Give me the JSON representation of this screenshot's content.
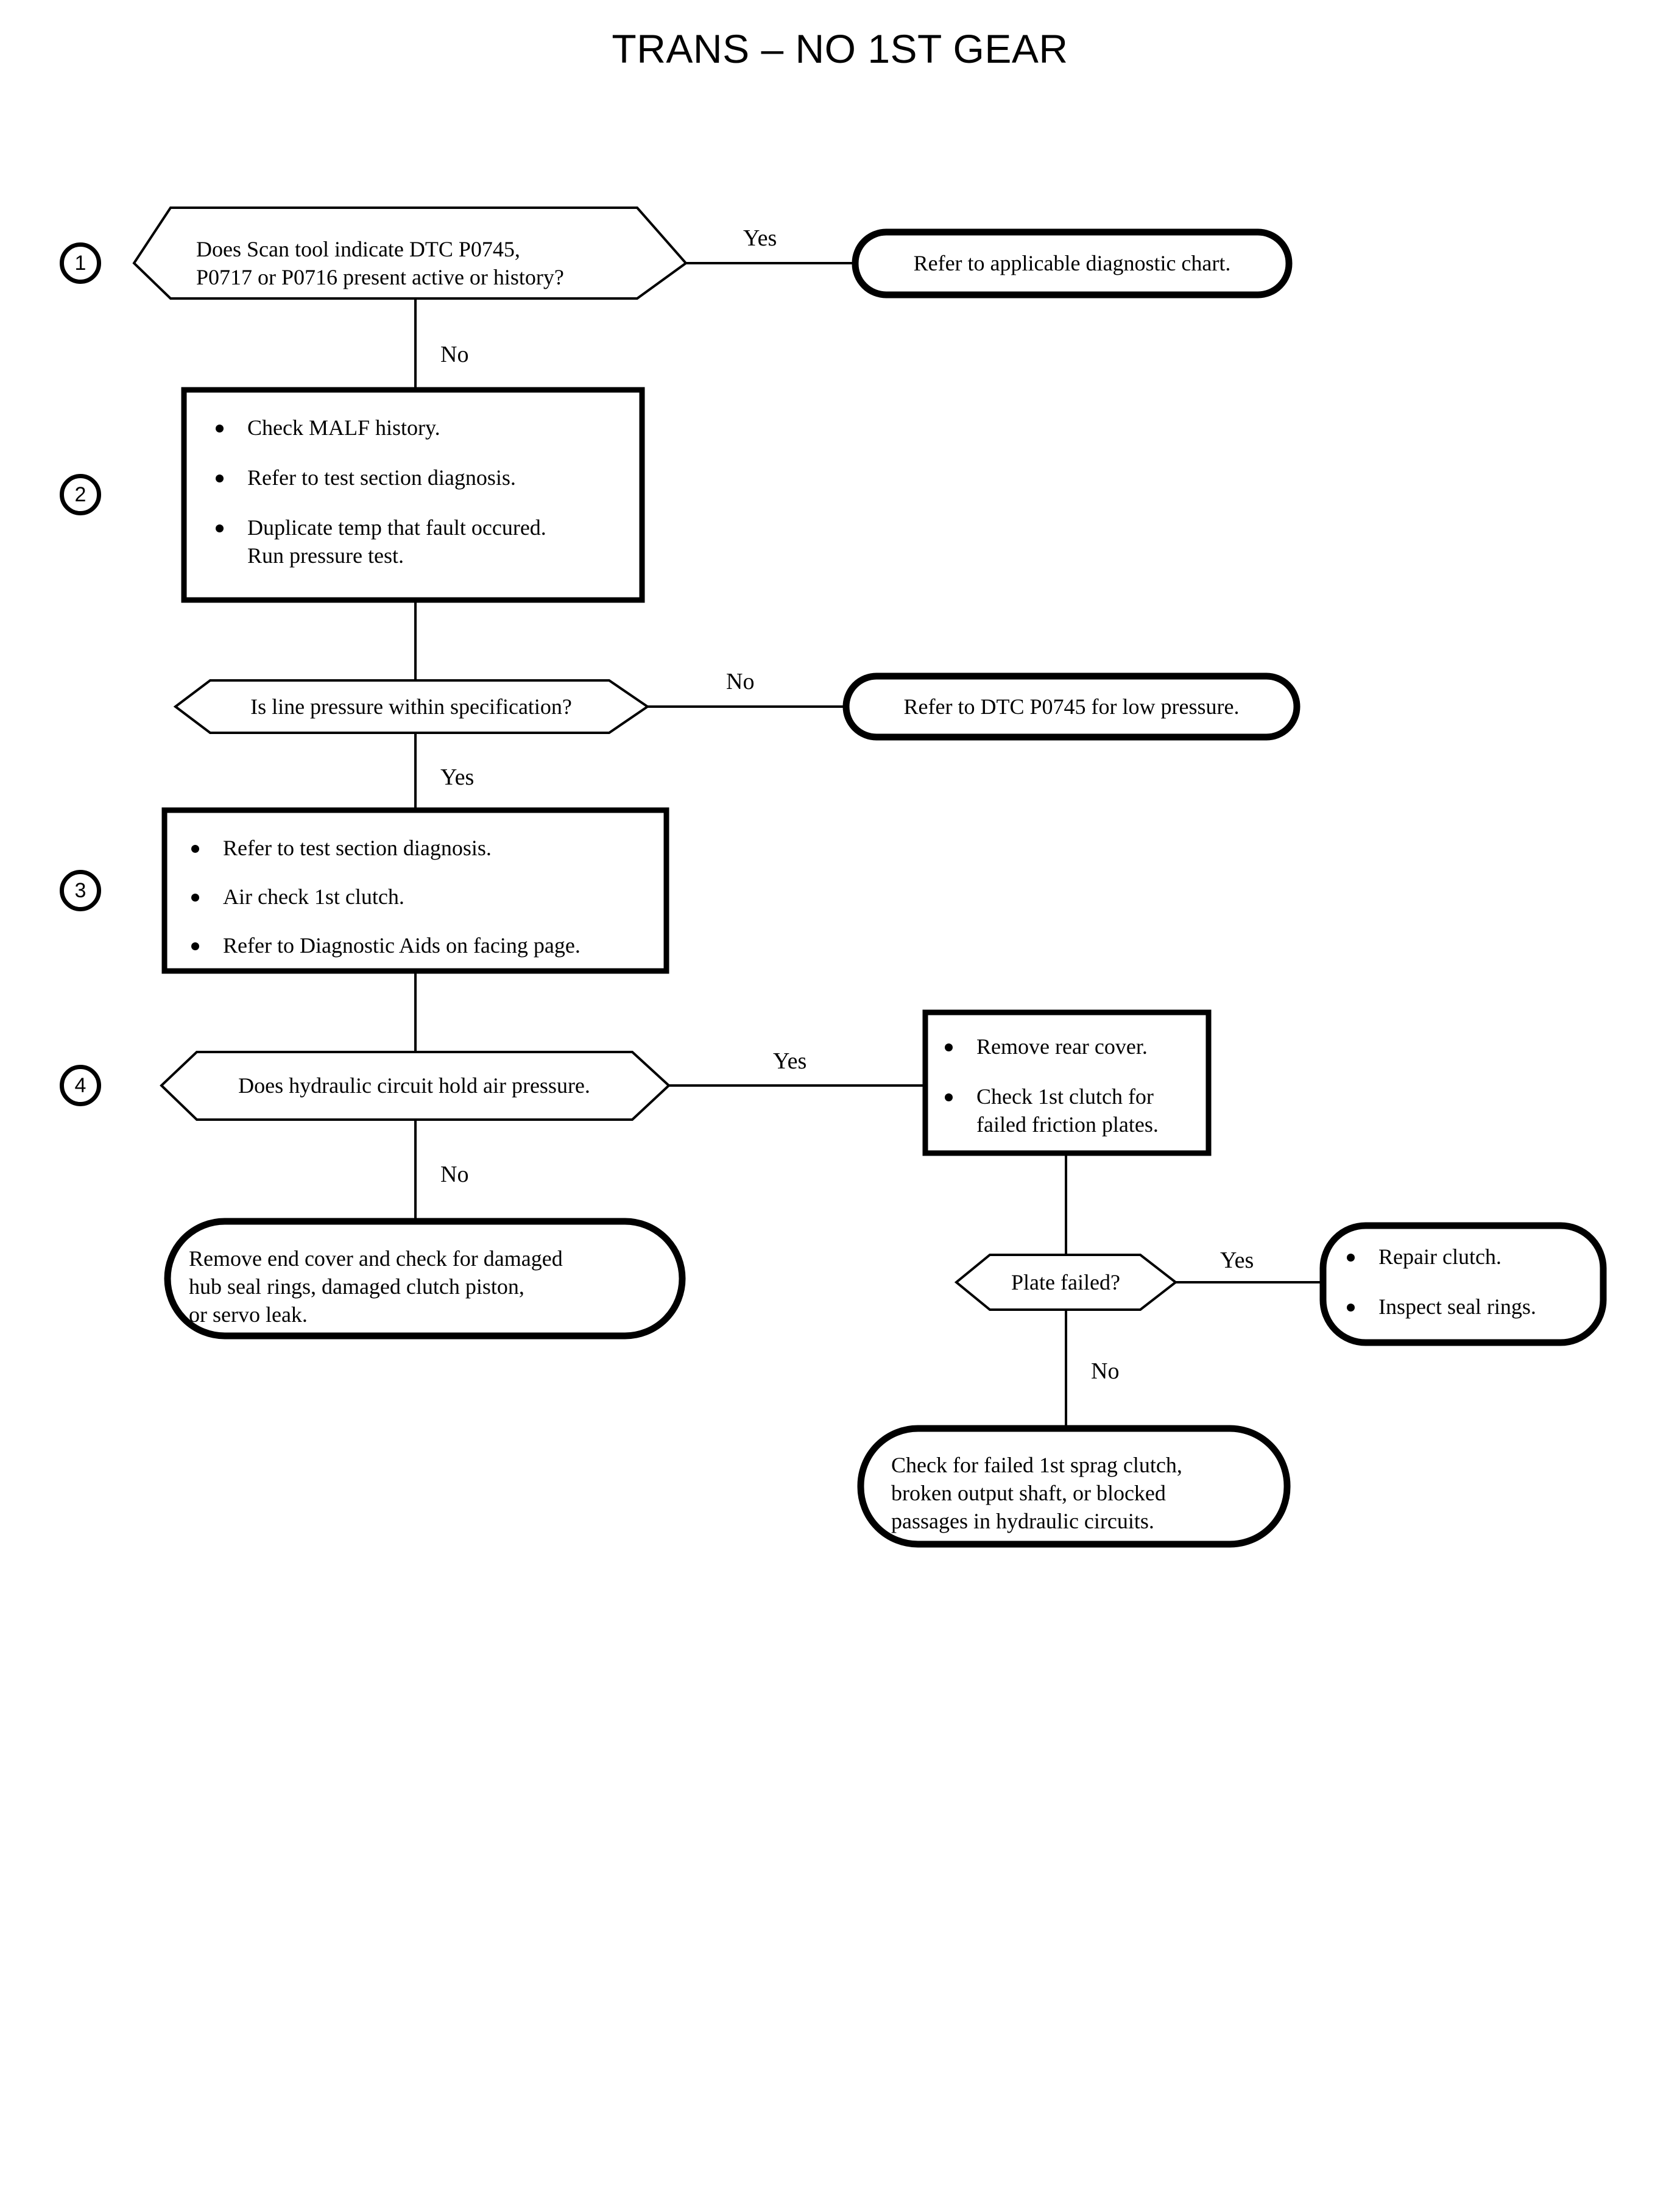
{
  "title": "TRANS – NO 1ST GEAR",
  "colors": {
    "ink": "#000000",
    "background": "#ffffff"
  },
  "steps": [
    {
      "number": "1"
    },
    {
      "number": "2"
    },
    {
      "number": "3"
    },
    {
      "number": "4"
    }
  ],
  "nodes": {
    "decision_1": {
      "type": "decision",
      "step": "1",
      "text": "Does Scan tool indicate DTC P0745,\nP0717 or P0716 present active or history?"
    },
    "terminal_1": {
      "type": "terminal",
      "text": "Refer to applicable diagnostic chart."
    },
    "process_2": {
      "type": "process",
      "step": "2",
      "items": [
        "Check MALF history.",
        "Refer to test section diagnosis.",
        "Duplicate temp that fault occured.\nRun pressure test."
      ]
    },
    "decision_2": {
      "type": "decision",
      "text": "Is line pressure within specification?"
    },
    "terminal_2": {
      "type": "terminal",
      "text": "Refer to DTC P0745 for low pressure."
    },
    "process_3": {
      "type": "process",
      "step": "3",
      "items": [
        "Refer to test section diagnosis.",
        "Air check 1st clutch.",
        "Refer to Diagnostic Aids on facing page."
      ]
    },
    "decision_4": {
      "type": "decision",
      "step": "4",
      "text": "Does hydraulic circuit hold air pressure."
    },
    "process_4": {
      "type": "process",
      "items": [
        "Remove rear cover.",
        "Check 1st clutch for\nfailed friction plates."
      ]
    },
    "terminal_3": {
      "type": "terminal",
      "text": "Remove end cover and check for damaged\nhub seal rings, damaged clutch piston,\nor servo leak."
    },
    "decision_5": {
      "type": "decision",
      "text": "Plate failed?"
    },
    "terminal_4": {
      "type": "terminal",
      "items": [
        "Repair clutch.",
        "Inspect seal rings."
      ]
    },
    "terminal_5": {
      "type": "terminal",
      "text": "Check for failed 1st sprag clutch,\nbroken output shaft, or blocked\npassages in hydraulic circuits."
    }
  },
  "branches": {
    "b1_yes": "Yes",
    "b1_no": "No",
    "b2_no": "No",
    "b2_yes": "Yes",
    "b4_yes": "Yes",
    "b4_no": "No",
    "b5_yes": "Yes",
    "b5_no": "No"
  }
}
